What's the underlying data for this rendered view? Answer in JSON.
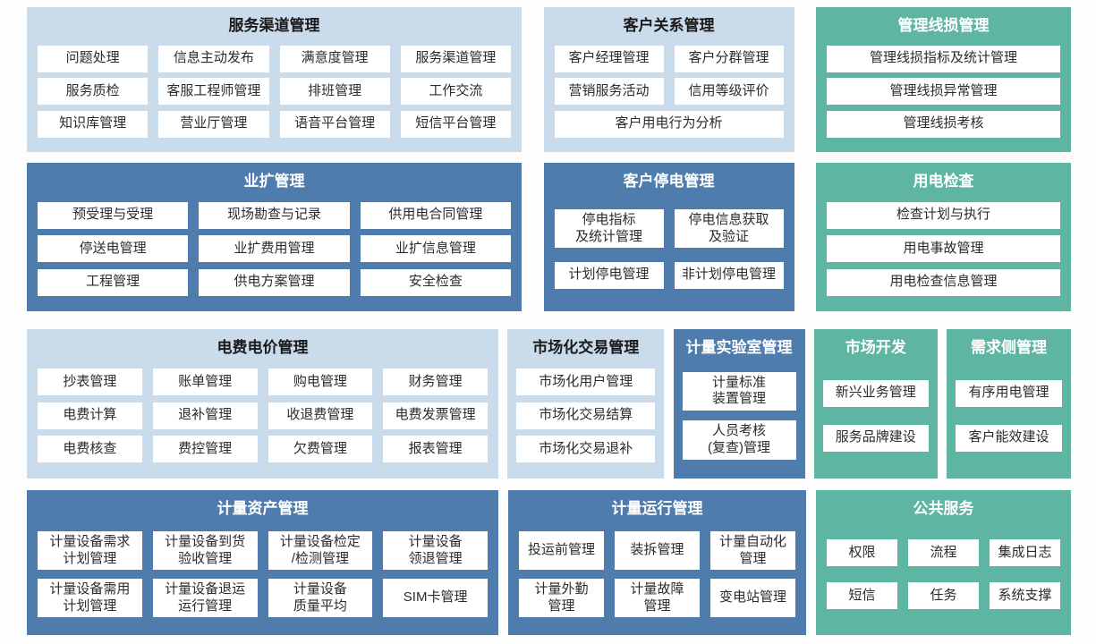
{
  "palette": {
    "light_blue": "#cadcec",
    "dark_blue": "#4d7cad",
    "green": "#5eb5a1",
    "box_bg": "#ffffff",
    "title_dark": "#1a1a1a",
    "item_text": "#2b2b2b"
  },
  "blocks": [
    {
      "title": "服务渠道管理",
      "variant": "light",
      "rows": [
        [
          "问题处理",
          "信息主动发布",
          "满意度管理",
          "服务渠道管理"
        ],
        [
          "服务质检",
          "客服工程师管理",
          "排班管理",
          "工作交流"
        ],
        [
          "知识库管理",
          "营业厅管理",
          "语音平台管理",
          "短信平台管理"
        ]
      ]
    },
    {
      "title": "客户关系管理",
      "variant": "light",
      "rows": [
        [
          "客户经理管理",
          "客户分群管理"
        ],
        [
          "营销服务活动",
          "信用等级评价"
        ],
        [
          "客户用电行为分析"
        ]
      ]
    },
    {
      "title": "管理线损管理",
      "variant": "green",
      "rows": [
        [
          "管理线损指标及统计管理"
        ],
        [
          "管理线损异常管理"
        ],
        [
          "管理线损考核"
        ]
      ]
    },
    {
      "title": "业扩管理",
      "variant": "dark",
      "rows": [
        [
          "预受理与受理",
          "现场勘查与记录",
          "供用电合同管理"
        ],
        [
          "停送电管理",
          "业扩费用管理",
          "业扩信息管理"
        ],
        [
          "工程管理",
          "供电方案管理",
          "安全检查"
        ]
      ]
    },
    {
      "title": "客户停电管理",
      "variant": "dark",
      "rows": [
        [
          "停电指标\n及统计管理",
          "停电信息获取\n及验证"
        ],
        [
          "计划停电管理",
          "非计划停电管理"
        ]
      ]
    },
    {
      "title": "用电检查",
      "variant": "green",
      "rows": [
        [
          "检查计划与执行"
        ],
        [
          "用电事故管理"
        ],
        [
          "用电检查信息管理"
        ]
      ]
    },
    {
      "title": "电费电价管理",
      "variant": "light",
      "rows": [
        [
          "抄表管理",
          "账单管理",
          "购电管理",
          "财务管理"
        ],
        [
          "电费计算",
          "退补管理",
          "收退费管理",
          "电费发票管理"
        ],
        [
          "电费核查",
          "费控管理",
          "欠费管理",
          "报表管理"
        ]
      ]
    },
    {
      "title": "市场化交易管理",
      "variant": "light",
      "rows": [
        [
          "市场化用户管理"
        ],
        [
          "市场化交易结算"
        ],
        [
          "市场化交易退补"
        ]
      ]
    },
    {
      "title": "计量实验室管理",
      "variant": "dark",
      "rows": [
        [
          "计量标准\n装置管理"
        ],
        [
          "人员考核\n(复查)管理"
        ]
      ]
    },
    {
      "title": "市场开发",
      "variant": "green",
      "rows": [
        [
          "新兴业务管理"
        ],
        [
          "服务品牌建设"
        ]
      ]
    },
    {
      "title": "需求侧管理",
      "variant": "green",
      "rows": [
        [
          "有序用电管理"
        ],
        [
          "客户能效建设"
        ]
      ]
    },
    {
      "title": "计量资产管理",
      "variant": "dark",
      "rows": [
        [
          "计量设备需求\n计划管理",
          "计量设备到货\n验收管理",
          "计量设备检定\n/检测管理",
          "计量设备\n领退管理"
        ],
        [
          "计量设备需用\n计划管理",
          "计量设备退运\n运行管理",
          "计量设备\n质量平均",
          "SIM卡管理"
        ]
      ]
    },
    {
      "title": "计量运行管理",
      "variant": "dark",
      "rows": [
        [
          "投运前管理",
          "装拆管理",
          "计量自动化\n管理"
        ],
        [
          "计量外勤\n管理",
          "计量故障\n管理",
          "变电站管理"
        ]
      ]
    },
    {
      "title": "公共服务",
      "variant": "green",
      "rows": [
        [
          "权限",
          "流程",
          "集成日志"
        ],
        [
          "短信",
          "任务",
          "系统支撑"
        ]
      ]
    }
  ]
}
